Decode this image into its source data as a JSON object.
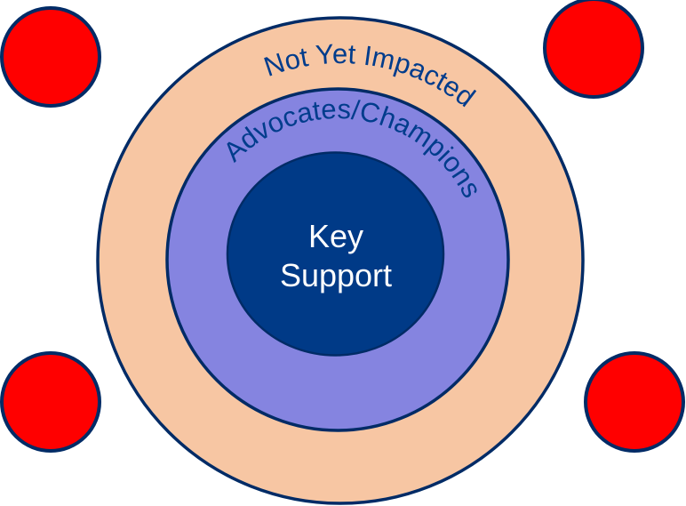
{
  "diagram": {
    "type": "concentric-circles",
    "rings": [
      {
        "id": "outer",
        "label": "Not Yet Impacted",
        "fill": "#F7C6A3"
      },
      {
        "id": "middle",
        "label": "Advocates/Champions",
        "fill": "#8584E0"
      },
      {
        "id": "inner",
        "label_lines": [
          "Key",
          "Support"
        ],
        "fill": "#003A87"
      }
    ],
    "outside_markers": [
      {
        "position": "top-left",
        "fill": "#FF0000"
      },
      {
        "position": "top-right",
        "fill": "#FF0000"
      },
      {
        "position": "bottom-left",
        "fill": "#FF0000"
      },
      {
        "position": "bottom-right",
        "fill": "#FF0000"
      }
    ],
    "stroke_color": "#002B66",
    "label_color": "#003C8C",
    "center_label_color": "#FFFFFF"
  }
}
